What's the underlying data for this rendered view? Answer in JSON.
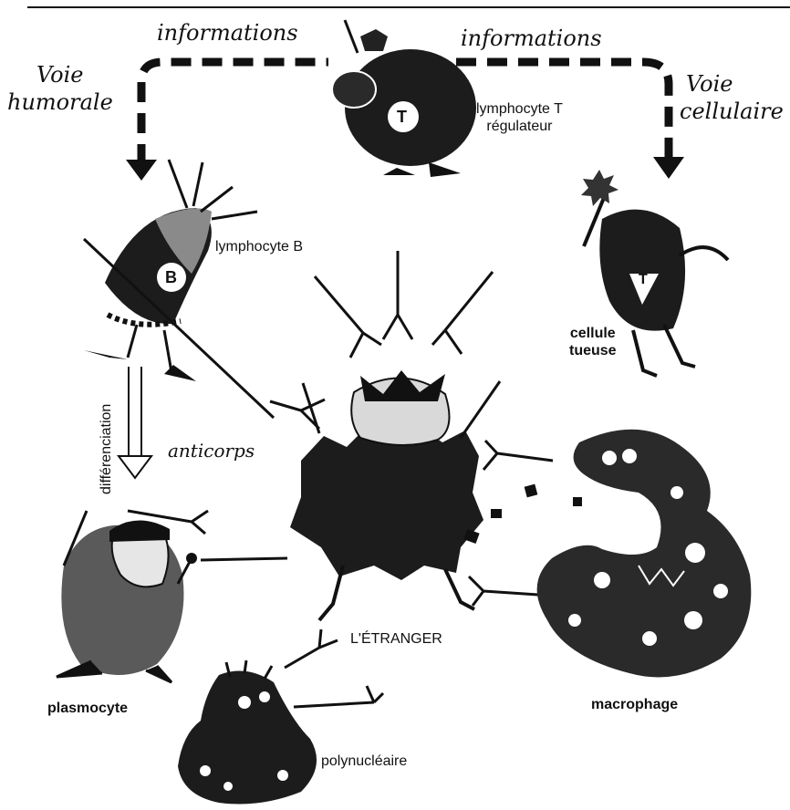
{
  "handwritten": {
    "information_left": "informations",
    "information_right": "informations",
    "voie_humorale_line1": "Voie",
    "voie_humorale_line2": "humorale",
    "voie_cellulaire_line1": "Voie",
    "voie_cellulaire_line2": "cellulaire",
    "anticorps": "anticorps"
  },
  "labels": {
    "lymphocyte_t_line1": "lymphocyte T",
    "lymphocyte_t_line2": "régulateur",
    "lymphocyte_b": "lymphocyte B",
    "cellule_tueuse_line1": "cellule",
    "cellule_tueuse_line2": "tueuse",
    "differenciation": "différenciation",
    "plasmocyte": "plasmocyte",
    "etranger": "L'ÉTRANGER",
    "macrophage": "macrophage",
    "polynucleaire": "polynucléaire",
    "badge_t_regulateur": "T",
    "badge_b": "B",
    "badge_t_tueuse": "T"
  },
  "colors": {
    "ink": "#111111",
    "cell_dark": "#1c1c1c",
    "cell_grey": "#5a5a5a",
    "paper": "#ffffff"
  }
}
